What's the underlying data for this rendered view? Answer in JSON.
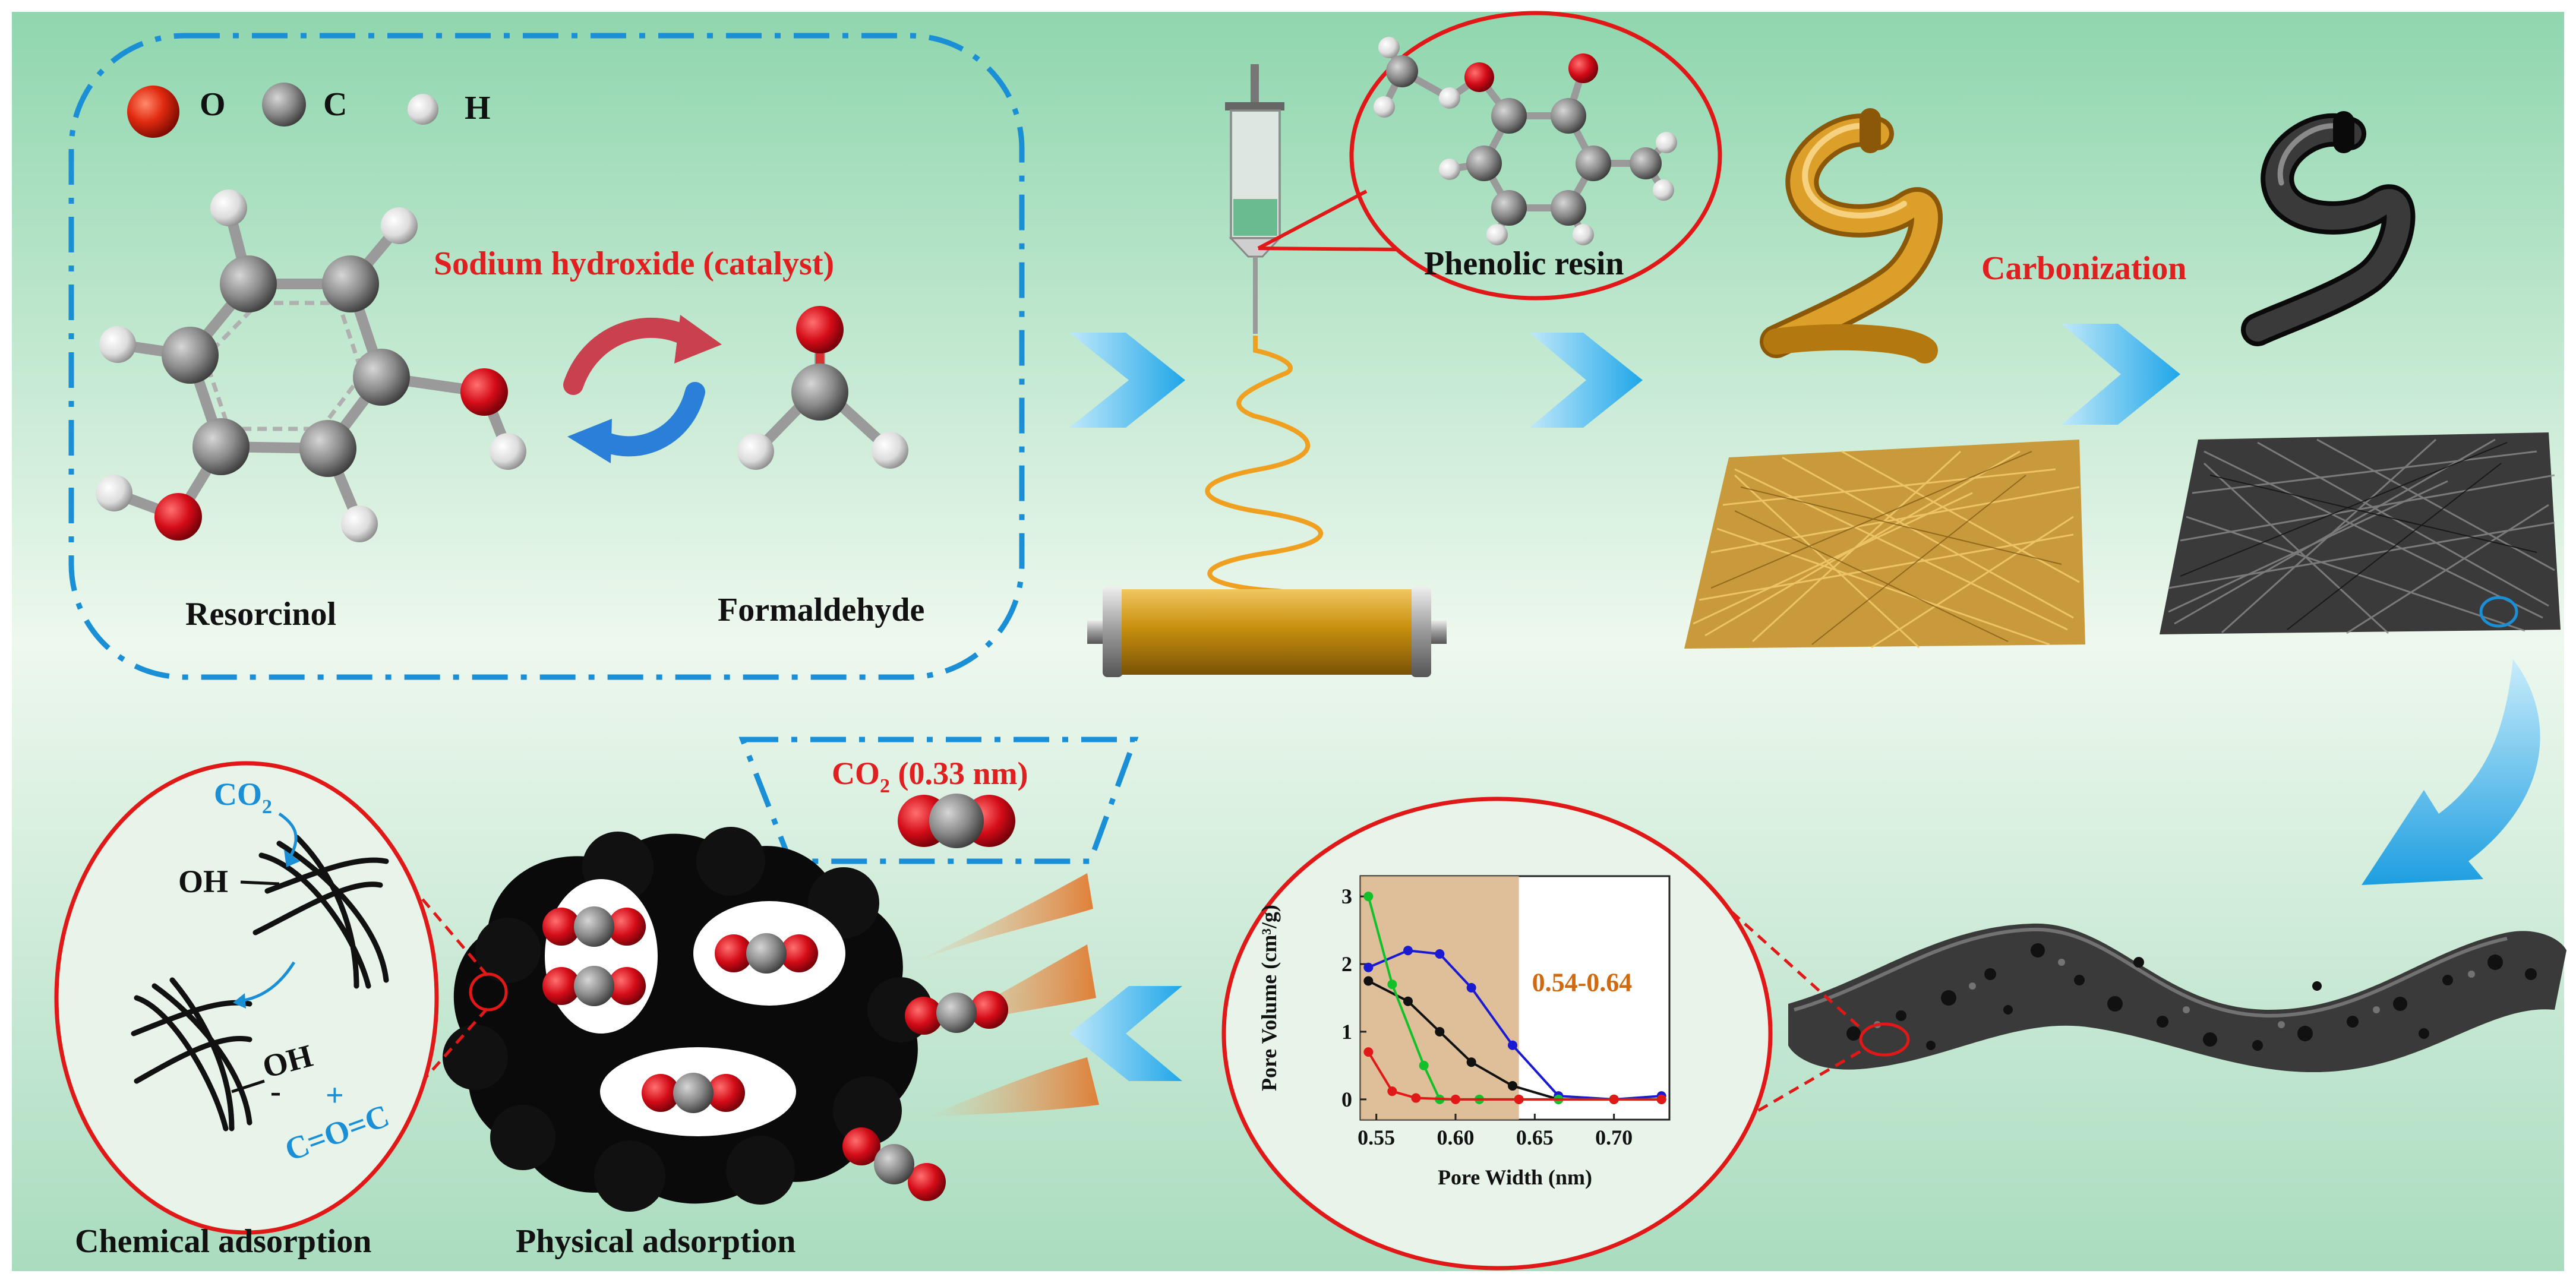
{
  "legend": {
    "o": "O",
    "c": "C",
    "h": "H"
  },
  "reaction": {
    "catalyst": "Sodium hydroxide (catalyst)",
    "resorcinol": "Resorcinol",
    "formaldehyde": "Formaldehyde"
  },
  "resin_label": "Phenolic resin",
  "carbonization_label": "Carbonization",
  "co2_callout": {
    "text_main": "CO",
    "text_sub": "2",
    "text_rest": " (0.33 nm)"
  },
  "chemical": {
    "co2_main": "CO",
    "co2_sub": "2",
    "oh1": "OH",
    "oh2": "OH",
    "minus": "-",
    "plus": "+",
    "product": "C=O=C"
  },
  "captions": {
    "chemical": "Chemical adsorption",
    "physical": "Physical adsorption"
  },
  "colors": {
    "bg_top": "#8fd6ae",
    "bg_mid": "#eef8ee",
    "bg_bottom": "#a9dcbf",
    "red_label": "#e02020",
    "blue_dash": "#1b8fd6",
    "co2_text": "#1b8fd6",
    "arrow_blue": "#2fb4ee",
    "fiber_gold": "#d9a020",
    "fiber_black": "#2a2a2a",
    "band_text": "#d06a10"
  },
  "chart_data": {
    "type": "line",
    "xlabel": "Pore Width (nm)",
    "ylabel": "Pore Volume (cm³/g)",
    "xlim": [
      0.54,
      0.735
    ],
    "ylim": [
      -0.3,
      3.3
    ],
    "xticks": [
      "0.55",
      "0.60",
      "0.65",
      "0.70"
    ],
    "yticks": [
      "0",
      "1",
      "2",
      "3"
    ],
    "band": [
      0.54,
      0.64
    ],
    "band_label": "0.54-0.64",
    "series": [
      {
        "color": "#1a1ad0",
        "x": [
          0.545,
          0.57,
          0.59,
          0.61,
          0.636,
          0.665,
          0.7,
          0.73
        ],
        "values": [
          1.95,
          2.2,
          2.15,
          1.65,
          0.8,
          0.05,
          0.0,
          0.05
        ]
      },
      {
        "color": "#111111",
        "x": [
          0.545,
          0.57,
          0.59,
          0.61,
          0.636,
          0.665,
          0.7,
          0.73
        ],
        "values": [
          1.75,
          1.45,
          1.0,
          0.55,
          0.2,
          0.0,
          0.0,
          0.0
        ]
      },
      {
        "color": "#12c02a",
        "x": [
          0.545,
          0.56,
          0.58,
          0.59,
          0.615,
          0.64,
          0.665,
          0.7,
          0.73
        ],
        "values": [
          3.0,
          1.7,
          0.5,
          0.0,
          0.0,
          0.0,
          0.0,
          0.0,
          0.0
        ]
      },
      {
        "color": "#e01818",
        "x": [
          0.545,
          0.56,
          0.575,
          0.6,
          0.64,
          0.7,
          0.73
        ],
        "values": [
          0.7,
          0.12,
          0.02,
          0.0,
          0.0,
          0.0,
          0.0
        ]
      }
    ]
  }
}
